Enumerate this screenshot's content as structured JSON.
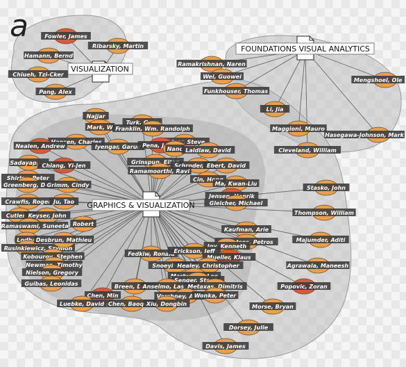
{
  "panel_letter": "a",
  "topics": {
    "visualization": "VISUALIZATION",
    "foundations": "FOUNDATIONS VISUAL ANALYTICS",
    "graphics": "GRAPHICS & VISUALIZATION"
  },
  "colors": {
    "node_orange": "#e8a050",
    "node_red": "#d65a3c",
    "label_bg": "#3a3a3a",
    "edge": "#666666",
    "cluster": "#b8b8b8"
  },
  "people": [
    {
      "name": "Fowler, James",
      "color": "red"
    },
    {
      "name": "Ribarsky, Martin",
      "color": "orange"
    },
    {
      "name": "Hamann, Bernd",
      "color": "orange"
    },
    {
      "name": "Chiueh, Tzi-Cker",
      "color": "orange"
    },
    {
      "name": "Pang, Alex",
      "color": "orange"
    },
    {
      "name": "Ramakrishnan, Naren",
      "color": "orange"
    },
    {
      "name": "Wei, Guowei",
      "color": "orange"
    },
    {
      "name": "Mengshoel, Ole",
      "color": "orange"
    },
    {
      "name": "Funkhouser, Thomas",
      "color": "orange"
    },
    {
      "name": "Li, Jia",
      "color": "orange"
    },
    {
      "name": "Hasegawa-Johnson, Mark",
      "color": "orange"
    },
    {
      "name": "Maggioni, Mauro",
      "color": "orange"
    },
    {
      "name": "Cleveland, William",
      "color": "orange"
    },
    {
      "name": "Stasko, John",
      "color": "orange"
    },
    {
      "name": "Thompson, William",
      "color": "orange"
    },
    {
      "name": "Majumder, Aditi",
      "color": "orange"
    },
    {
      "name": "Agrawala, Maneesh",
      "color": "orange"
    },
    {
      "name": "Popovic, Zoran",
      "color": "red"
    },
    {
      "name": "Morse, Bryan",
      "color": "orange"
    },
    {
      "name": "Dorsey, Julie",
      "color": "orange"
    },
    {
      "name": "Davis, James",
      "color": "orange"
    },
    {
      "name": "Najjar",
      "color": "orange"
    },
    {
      "name": "Turk, Greg",
      "color": "orange"
    },
    {
      "name": "Mark, W",
      "color": "orange"
    },
    {
      "name": "Franklin, Wm. Randolph",
      "color": "orange"
    },
    {
      "name": "Hansen, Charles",
      "color": "orange"
    },
    {
      "name": "Iyengar, Garud",
      "color": "orange"
    },
    {
      "name": "Feiner, Steve",
      "color": "orange"
    },
    {
      "name": "Nealen, Andrew",
      "color": "red"
    },
    {
      "name": "Pena, Javier",
      "color": "red"
    },
    {
      "name": "Nanc",
      "color": "orange"
    },
    {
      "name": "Laidlaw, David",
      "color": "orange"
    },
    {
      "name": "Sadayappan",
      "color": "orange"
    },
    {
      "name": "Chiang, Yi-Jen",
      "color": "red"
    },
    {
      "name": "Grinspun, Eitan",
      "color": "orange"
    },
    {
      "name": "Schroder, Peter",
      "color": "orange"
    },
    {
      "name": "Ebert, David",
      "color": "orange"
    },
    {
      "name": "Ramamoorthi, Ravi",
      "color": "orange"
    },
    {
      "name": "Shirley, Peter",
      "color": "orange"
    },
    {
      "name": "Greenberg, Donald",
      "color": "orange"
    },
    {
      "name": "Grimm, Cindy",
      "color": "orange"
    },
    {
      "name": "Cin, Hong",
      "color": "orange"
    },
    {
      "name": "Ma, Kwan-Liu",
      "color": "orange"
    },
    {
      "name": "Crawfis, Roger",
      "color": "orange"
    },
    {
      "name": "Ju, Tao",
      "color": "orange"
    },
    {
      "name": "Jensen, Henrik",
      "color": "red"
    },
    {
      "name": "Gleicher, Michael",
      "color": "orange"
    },
    {
      "name": "Cutler, Barbara",
      "color": "orange"
    },
    {
      "name": "Keyser, John",
      "color": "orange"
    },
    {
      "name": "Ramaswami, Suneeta",
      "color": "orange"
    },
    {
      "name": "Robert",
      "color": "orange"
    },
    {
      "name": "Lodha",
      "color": "orange"
    },
    {
      "name": "Kaufman, Arie",
      "color": "orange"
    },
    {
      "name": "Faloutsos, Petros",
      "color": "orange"
    },
    {
      "name": "Rusinkiewicz, Szymon",
      "color": "orange"
    },
    {
      "name": "Desbrun, Mathieu",
      "color": "orange"
    },
    {
      "name": "Joy, Kenneth",
      "color": "orange"
    },
    {
      "name": "Kobourov, Stephen",
      "color": "orange"
    },
    {
      "name": "Fedkiw, Ronald",
      "color": "orange"
    },
    {
      "name": "Erickson, Jeff",
      "color": "orange"
    },
    {
      "name": "Mueller, Klaus",
      "color": "red"
    },
    {
      "name": "Newman, Timothy",
      "color": "orange"
    },
    {
      "name": "Nielson, Gregory",
      "color": "orange"
    },
    {
      "name": "Snoeyink, Jack",
      "color": "orange"
    },
    {
      "name": "Healey, Christopher",
      "color": "orange"
    },
    {
      "name": "Markosian, Lee",
      "color": "orange"
    },
    {
      "name": "Senger, Steven",
      "color": "orange"
    },
    {
      "name": "Guibas, Leonidas",
      "color": "orange"
    },
    {
      "name": "Breen, David",
      "color": "orange"
    },
    {
      "name": "Anselmo, Lastra",
      "color": "orange"
    },
    {
      "name": "Metaxas, Dimitris",
      "color": "orange"
    },
    {
      "name": "Chen, Min",
      "color": "red"
    },
    {
      "name": "Varshney, Amitabh",
      "color": "orange"
    },
    {
      "name": "Wonka, Peter",
      "color": "orange"
    },
    {
      "name": "Luebke, David",
      "color": "orange"
    },
    {
      "name": "Chen, Baoquan",
      "color": "orange"
    },
    {
      "name": "Xiu, Dongbin",
      "color": "orange"
    }
  ]
}
